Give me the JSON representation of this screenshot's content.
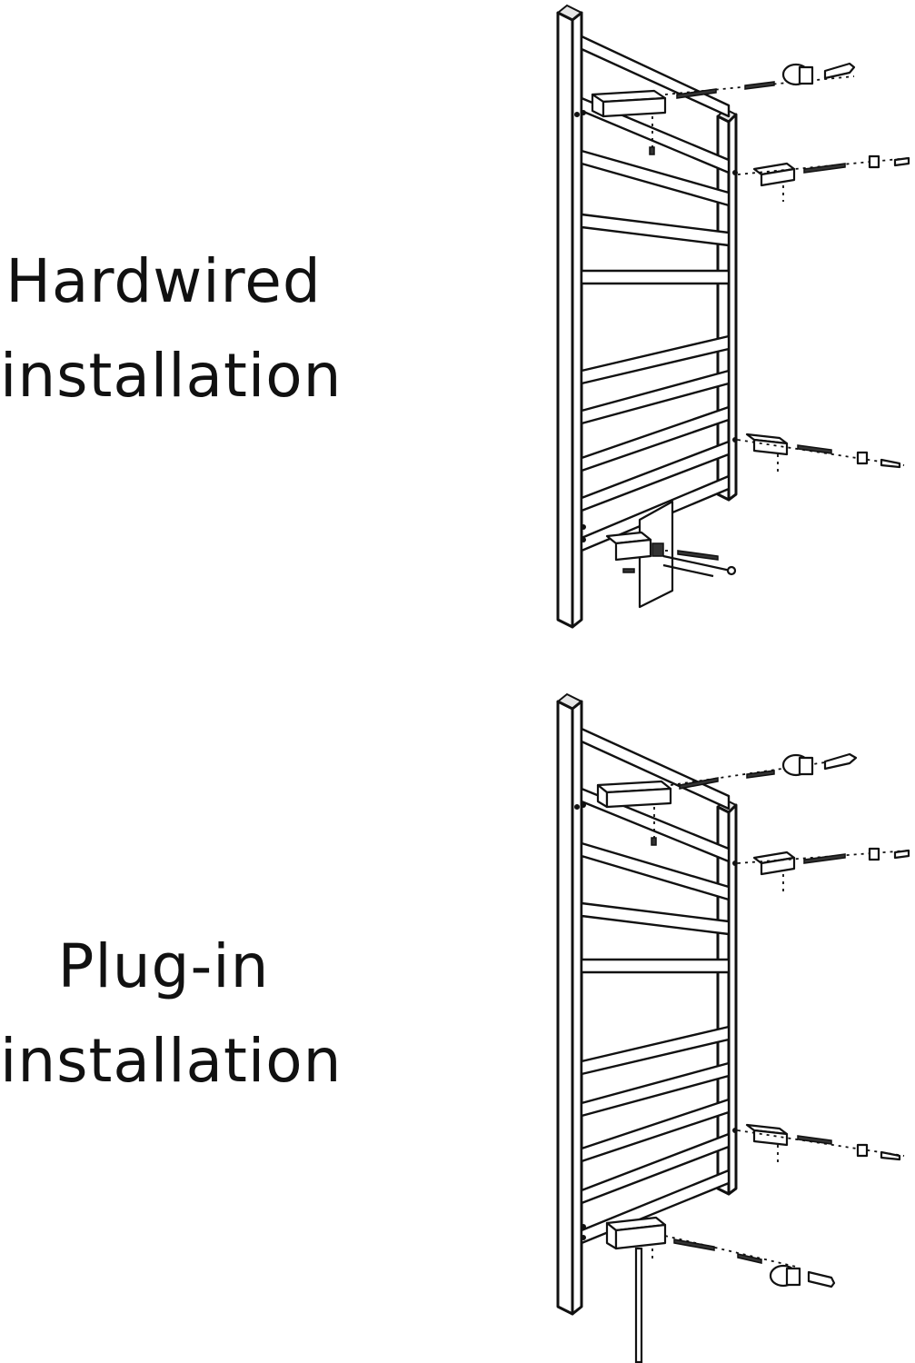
{
  "panels": {
    "hardwired": {
      "label_line1": "Hardwired",
      "label_line2": "installation"
    },
    "plugin": {
      "label_line1": "Plug-in",
      "label_line2": "installation"
    }
  }
}
